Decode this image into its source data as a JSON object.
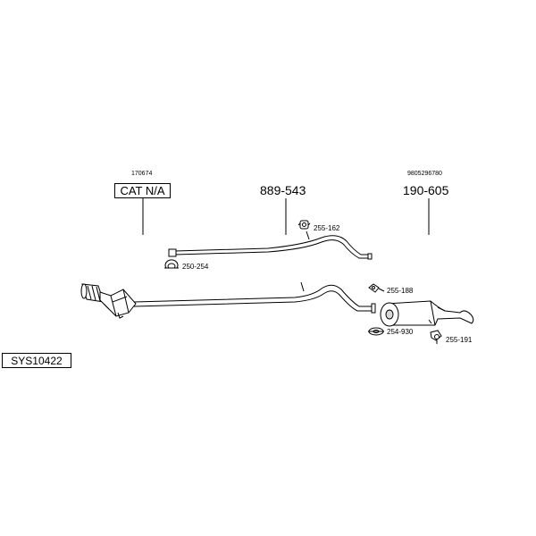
{
  "assembly": {
    "system_code": "SYS10422"
  },
  "callouts": {
    "catalyst": {
      "ref": "170674",
      "part": "CAT N/A"
    },
    "middle_pipe": {
      "part": "889-543"
    },
    "rear_silencer": {
      "ref": "9805296780",
      "part": "190-605"
    }
  },
  "fittings": {
    "mount_255_162": "255-162",
    "clamp_250_254": "250-254",
    "mount_255_188": "255-188",
    "gasket_254_930": "254-930",
    "clamp_255_191": "255-191"
  },
  "colors": {
    "line": "#000000",
    "part_fill": "#ffffff",
    "shade": "#d9d9d9"
  }
}
